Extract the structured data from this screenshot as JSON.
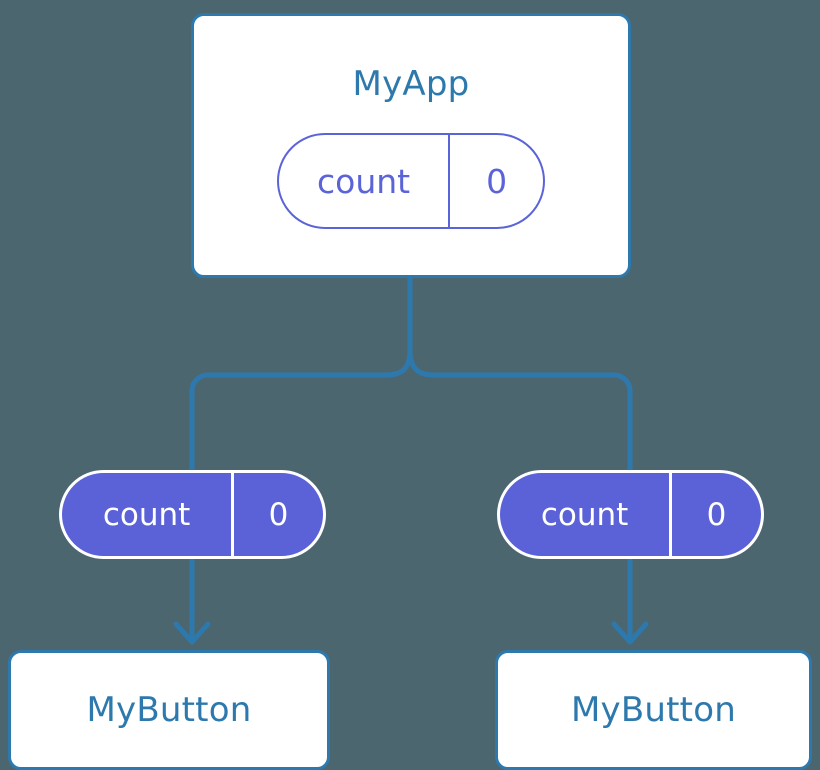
{
  "diagram": {
    "type": "component-state-propagation-tree",
    "background_color": "#4c6670",
    "colors": {
      "box_border": "#2d79ad",
      "box_fill": "#ffffff",
      "box_title_text": "#2d79ad",
      "pill_accent": "#5b62d8",
      "pill_outline_text": "#5b63d8",
      "pill_filled_text": "#ffffff",
      "edge_stroke": "#2d79ad"
    }
  },
  "root": {
    "title": "MyApp",
    "state": {
      "key": "count",
      "value": "0"
    }
  },
  "branches": [
    {
      "side": "left",
      "state": {
        "key": "count",
        "value": "0"
      },
      "child": {
        "title": "MyButton"
      }
    },
    {
      "side": "right",
      "state": {
        "key": "count",
        "value": "0"
      },
      "child": {
        "title": "MyButton"
      }
    }
  ],
  "edges": {
    "trunk_label": "state-flow-trunk",
    "left_branch_label": "state-flow-left",
    "right_branch_label": "state-flow-right",
    "arrow_left_label": "state-arrow-left",
    "arrow_right_label": "state-arrow-right"
  }
}
